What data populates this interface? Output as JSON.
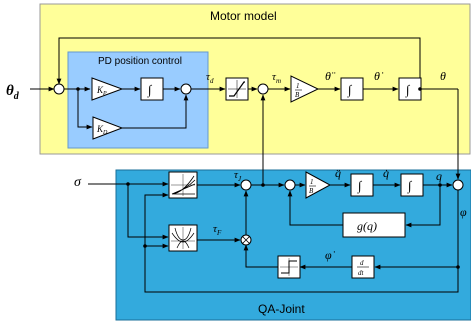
{
  "titles": {
    "motor_model": "Motor model",
    "pd_control": "PD position control",
    "qa_joint": "QA-Joint"
  },
  "signals": {
    "theta_d": "θ",
    "theta_d_sub": "d",
    "sigma": "σ",
    "tau_d": "τ",
    "tau_d_sub": "d",
    "tau_m": "τ",
    "tau_m_sub": "m",
    "theta_ddot": "θ̈",
    "theta_dot": "θ̇",
    "theta": "θ",
    "tau_j": "τ",
    "tau_j_sub": "J",
    "tau_f": "τ",
    "tau_f_sub": "F",
    "q_ddot": "q̈",
    "q_dot": "q̇",
    "q": "q",
    "phi": "φ",
    "phi_dot": "φ̇"
  },
  "blocks": {
    "kp": "K",
    "kp_sub": "P",
    "kd": "K",
    "kd_sub": "D",
    "integrator": "∫",
    "gain_1_b_num": "1",
    "gain_1_b_den": "B",
    "gain_1_b2_num": "1",
    "gain_1_b2_den": "B",
    "g_of_q": "g(q)",
    "deriv_num": "d",
    "deriv_den": "dt"
  },
  "colors": {
    "motor_bg": "#ffff99",
    "pd_bg": "#99ccff",
    "qa_bg": "#33aadd",
    "gain_fill": "#b8dcf5",
    "signal_wire": "#000000"
  }
}
